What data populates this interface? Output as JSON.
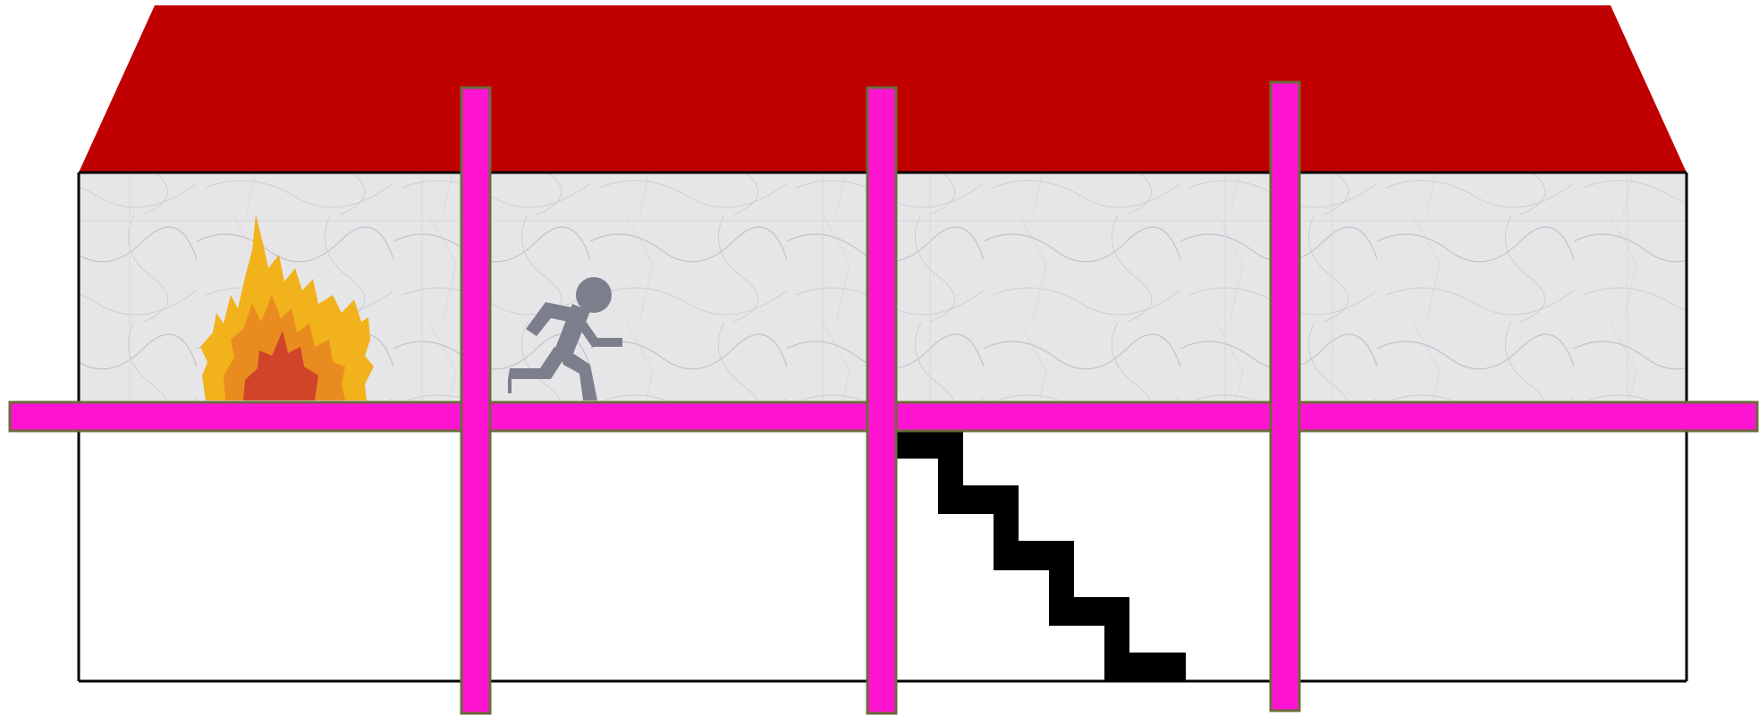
{
  "diagram": {
    "colors": {
      "roof": "#c00000",
      "beam_fill": "#ff14d2",
      "beam_border": "#6b6b3a",
      "wall_outline": "#000000",
      "stairs": "#000000",
      "marble_base": "#e6e6e8",
      "marble_vein": "#b9b9c0",
      "runner": "#7d7e8c",
      "flame_outer": "#f1b21c",
      "flame_mid": "#e98c1f",
      "flame_inner": "#d0442a"
    },
    "elements": {
      "roof": "roof",
      "upper_floor": "marble-floor",
      "lower_floor": "empty-floor",
      "fire": "fire-icon",
      "runner": "running-person-icon",
      "stairs": "staircase",
      "horizontal_beam": "horizontal-beam",
      "vertical_beams": [
        "vertical-beam-left",
        "vertical-beam-middle",
        "vertical-beam-right"
      ]
    }
  }
}
